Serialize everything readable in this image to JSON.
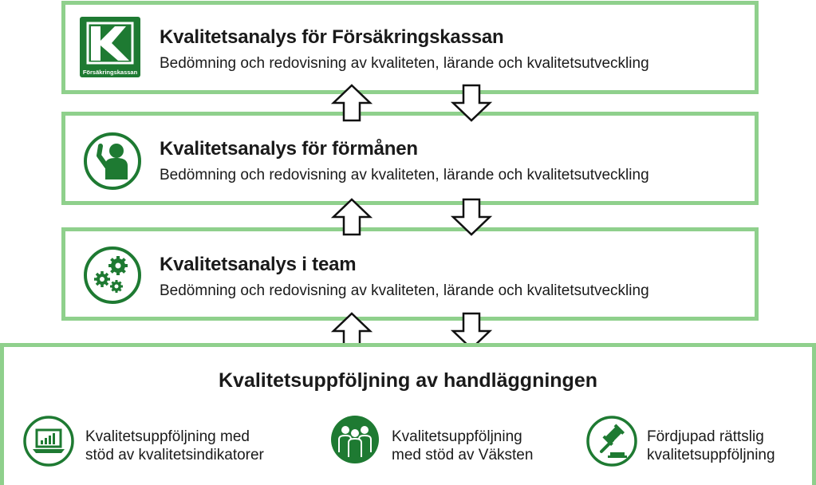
{
  "levels": [
    {
      "title": "Kvalitetsanalys för Försäkringskassan",
      "subtitle": "Bedömning och redovisning av kvaliteten, lärande och kvalitetsutveckling",
      "logo_text": "Försäkringskassan"
    },
    {
      "title": "Kvalitetsanalys för förmånen",
      "subtitle": "Bedömning och redovisning av kvaliteten, lärande och kvalitetsutveckling"
    },
    {
      "title": "Kvalitetsanalys i team",
      "subtitle": "Bedömning och redovisning av kvaliteten, lärande och kvalitetsutveckling"
    }
  ],
  "bottom": {
    "title": "Kvalitetsuppföljning av handläggningen",
    "items": [
      {
        "line1": "Kvalitetsuppföljning med",
        "line2": "stöd av kvalitetsindikatorer"
      },
      {
        "line1": "Kvalitetsuppföljning",
        "line2": "med stöd av Väksten"
      },
      {
        "line1": "Fördjupad rättslig",
        "line2": "kvalitetsuppföljning"
      }
    ]
  },
  "colors": {
    "border": "#8fd08c",
    "icon": "#1e7a32"
  },
  "icons": [
    "forsakringskassan-logo-icon",
    "person-raising-hand-icon",
    "gears-icon",
    "laptop-chart-icon",
    "group-people-icon",
    "gavel-icon"
  ]
}
